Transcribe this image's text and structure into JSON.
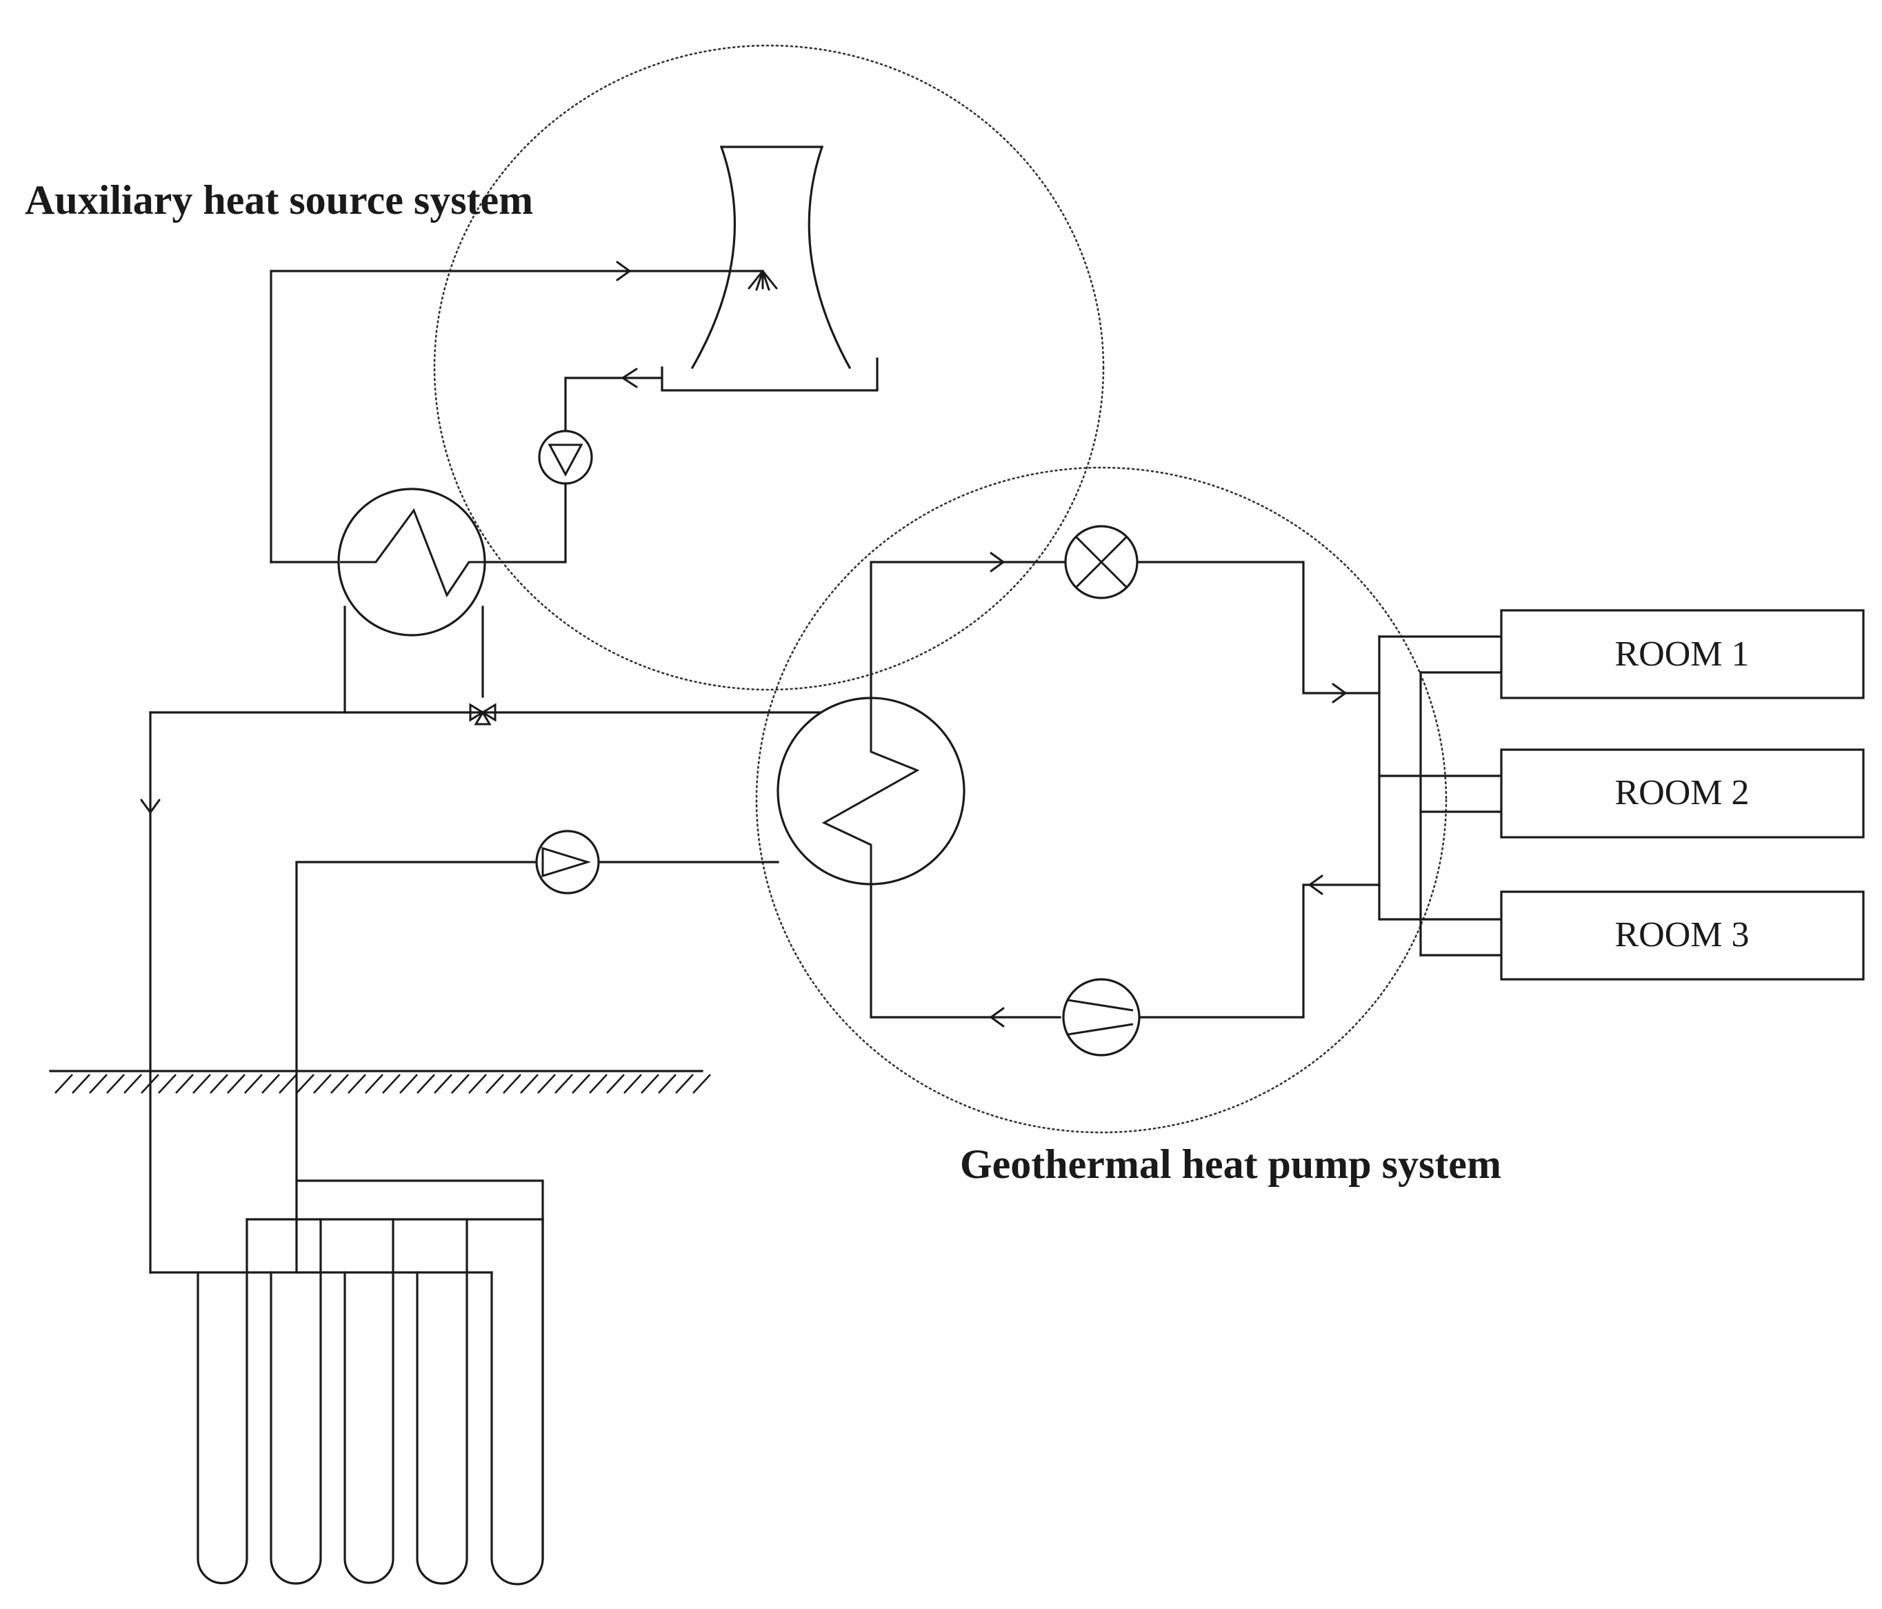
{
  "labels": {
    "auxiliary_system": "Auxiliary heat source system",
    "geothermal_system": "Geothermal heat pump system"
  },
  "rooms": [
    {
      "label": "ROOM 1"
    },
    {
      "label": "ROOM 2"
    },
    {
      "label": "ROOM 3"
    }
  ],
  "components": [
    {
      "name": "cooling-tower-icon"
    },
    {
      "name": "auxiliary-heat-exchanger-icon"
    },
    {
      "name": "auxiliary-circulation-pump-icon"
    },
    {
      "name": "three-way-valve-icon"
    },
    {
      "name": "main-heat-exchanger-icon"
    },
    {
      "name": "ground-loop-pump-icon"
    },
    {
      "name": "expansion-valve-icon"
    },
    {
      "name": "compressor-icon"
    },
    {
      "name": "ground-surface-hatch-icon"
    },
    {
      "name": "borehole-u-tube-icon"
    }
  ]
}
